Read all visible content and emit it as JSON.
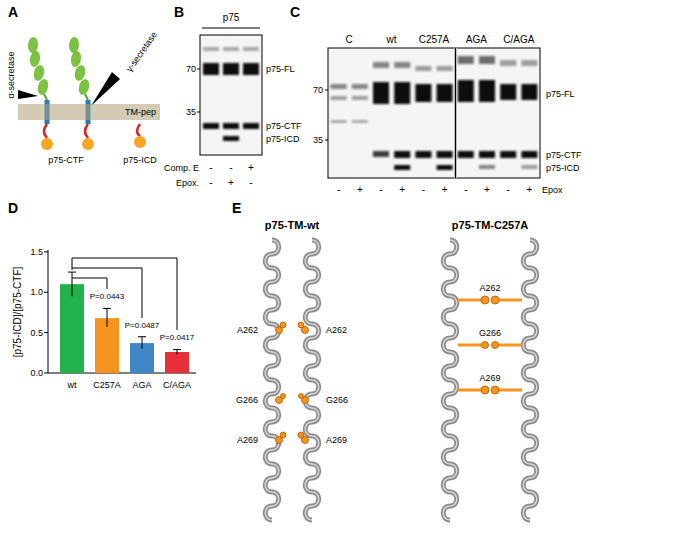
{
  "diagram": {
    "nodes": [
      {
        "text": [
          "TM-pep"
        ]
      }
    ],
    "labels": [
      "A",
      "α-secretase",
      "γ-secretase",
      "p75-CTF",
      "p75-ICD",
      "B",
      "p75",
      "70",
      "35",
      "p75-FL",
      "p75-CTF",
      "p75-ICD",
      "Comp. E",
      "Epox.",
      "-",
      "-",
      "+",
      "-",
      "+",
      "-",
      "C",
      "C",
      "wt",
      "C257A",
      "AGA",
      "C/AGA",
      "70",
      "35",
      "p75-FL",
      "p75-CTF",
      "p75-ICD",
      "-",
      "+",
      "-",
      "+",
      "-",
      "+",
      "-",
      "+",
      "-",
      "+",
      "Epox",
      "D",
      "[p75-ICD]/[p75-CTF]",
      "1.5",
      "1.0",
      "0.5",
      "0.0",
      "P=0.0443",
      "P=0.0487",
      "P=0.0417",
      "wt",
      "C257A",
      "AGA",
      "C/AGA",
      "E",
      "p75-TM-wt",
      "p75-TM-C257A",
      "A262",
      "A262",
      "G266",
      "G266",
      "A269",
      "A269",
      "A262",
      "G266",
      "A269"
    ]
  }
}
